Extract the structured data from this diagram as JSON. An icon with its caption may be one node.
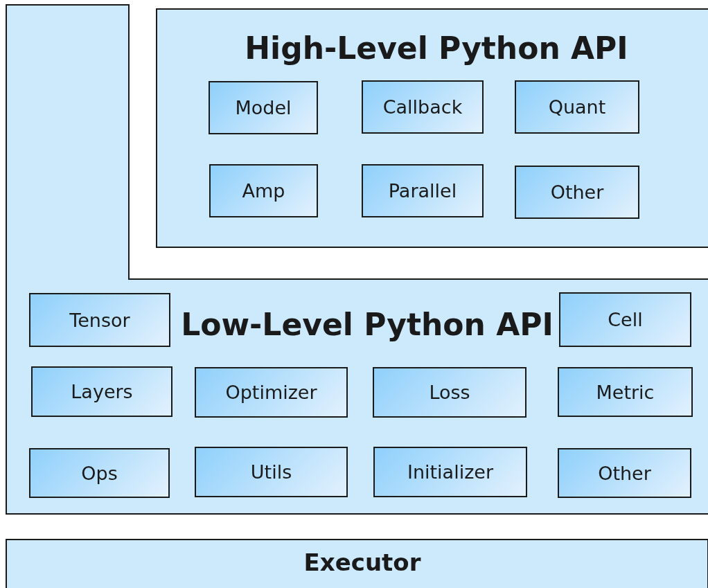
{
  "diagram": {
    "nodes": [
      {
        "text": [
          "High-Level Python API"
        ]
      },
      {
        "text": [
          "Model"
        ],
        "in": 0
      },
      {
        "text": [
          "Callback"
        ],
        "in": 0
      },
      {
        "text": [
          "Quant"
        ],
        "in": 0
      },
      {
        "text": [
          "Amp"
        ],
        "in": 0
      },
      {
        "text": [
          "Parallel"
        ],
        "in": 0
      },
      {
        "text": [
          "Other"
        ],
        "in": 0
      },
      {
        "text": [
          "Low-Level Python API"
        ]
      },
      {
        "text": [
          "Tensor"
        ],
        "in": 7
      },
      {
        "text": [
          "Cell"
        ],
        "in": 7
      },
      {
        "text": [
          "Layers"
        ],
        "in": 7
      },
      {
        "text": [
          "Optimizer"
        ],
        "in": 7
      },
      {
        "text": [
          "Loss"
        ],
        "in": 7
      },
      {
        "text": [
          "Metric"
        ],
        "in": 7
      },
      {
        "text": [
          "Ops"
        ],
        "in": 7
      },
      {
        "text": [
          "Utils"
        ],
        "in": 7
      },
      {
        "text": [
          "Initializer"
        ],
        "in": 7
      },
      {
        "text": [
          "Other"
        ],
        "in": 7
      },
      {
        "text": [
          "Executor"
        ]
      }
    ]
  }
}
